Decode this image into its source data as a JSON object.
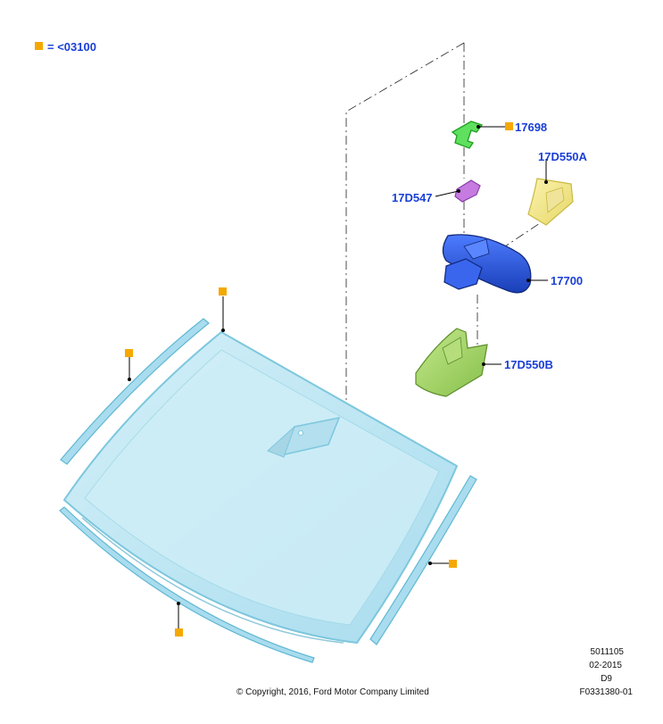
{
  "legend": {
    "text": "= <03100",
    "marker_color": "#f5a800"
  },
  "parts": {
    "p17698": "17698",
    "p17D550A": "17D550A",
    "p17D547": "17D547",
    "p17700": "17700",
    "p17D550B": "17D550B"
  },
  "footer": {
    "copyright": "© Copyright, 2016, Ford Motor Company Limited",
    "code1": "5011105",
    "code2": "02-2015",
    "code3": "D9",
    "code4": "F0331380-01"
  },
  "colors": {
    "label": "#1a3fd6",
    "glass": "#bfe6f2",
    "glass_edge": "#7cc7dd",
    "clip": "#33cc33",
    "sensor": "#b35fd1",
    "cover_upper": "#f3e88a",
    "mirror": "#2a55e0",
    "cover_lower": "#a8d66a"
  }
}
